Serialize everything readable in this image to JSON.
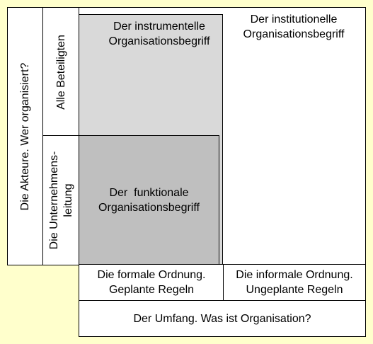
{
  "diagram": {
    "colors": {
      "background": "#ffffcc",
      "instrumentell_fill": "#d9d9d9",
      "funktional_fill": "#bfbfbf",
      "border": "#000000"
    },
    "y_axis": {
      "title": "Die Akteure. Wer organisiert?",
      "top_label": "Alle Beteiligten",
      "bottom_label_lines": [
        "Die Unternehmens-",
        "leitung"
      ]
    },
    "regions": {
      "institutionell_lines": [
        "Der institutionelle",
        "Organisationsbegriff"
      ],
      "instrumentell_lines": [
        "Der instrumentelle",
        "Organisationsbegriff"
      ],
      "funktional_lines": [
        "Der  funktionale",
        "Organisationsbegriff"
      ]
    },
    "x_axis": {
      "formal_lines": [
        "Die formale Ordnung.",
        "Geplante Regeln"
      ],
      "informal_lines": [
        "Die informale Ordnung.",
        "Ungeplante Regeln"
      ],
      "title": "Der Umfang. Was ist Organisation?"
    }
  }
}
